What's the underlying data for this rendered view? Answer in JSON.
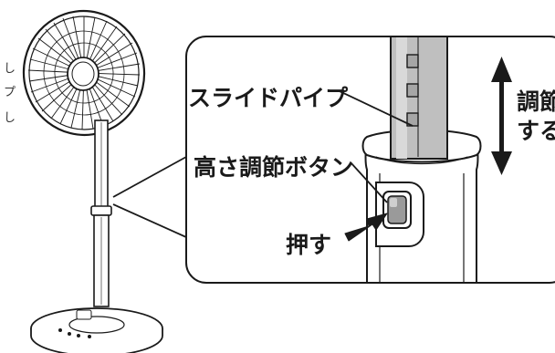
{
  "left_text": {
    "line1": "し",
    "line2": "プ",
    "line3": "し"
  },
  "callout": {
    "slide_pipe_label": "スライドパイプ",
    "height_button_label": "高さ調節ボタン",
    "push_label": "押す",
    "adjust_line1": "調節",
    "adjust_line2": "する"
  }
}
